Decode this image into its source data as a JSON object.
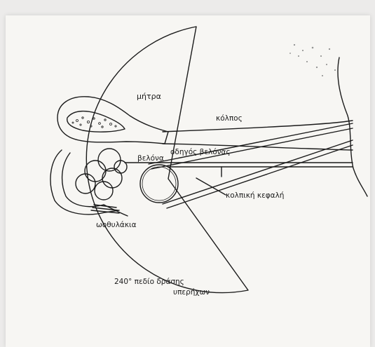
{
  "labels": {
    "uterus": "μήτρα",
    "vagina": "κόλπος",
    "needle_guide": "οδηγός βελόνας",
    "needle": "βελόνα",
    "vaginal_head": "κολπική κεφαλή",
    "ovaries": "ωοθυλάκια",
    "field_line1": "240° πεδίο δράσης",
    "field_line2": "υπερήχων"
  },
  "colors": {
    "ink": "#1b1b1b",
    "paper": "#f7f6f3",
    "background": "#ecebea"
  }
}
